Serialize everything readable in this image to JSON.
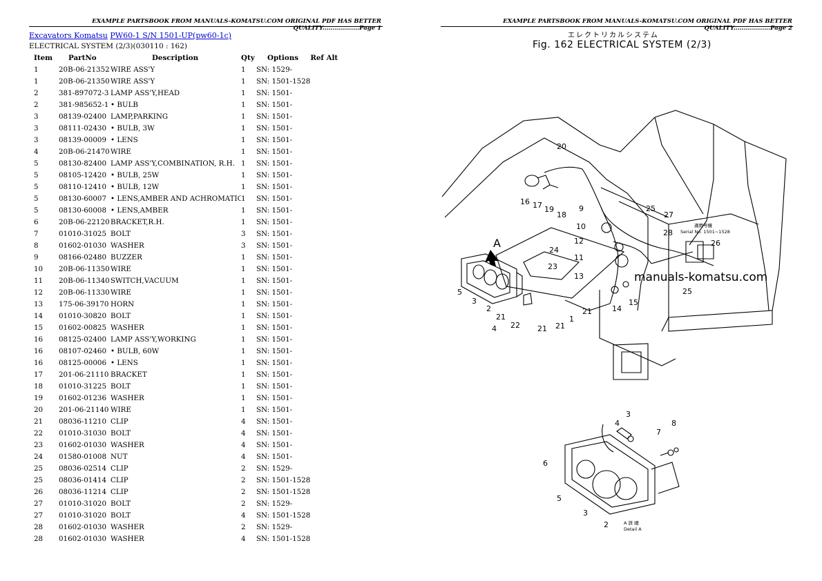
{
  "header": {
    "left": "EXAMPLE PARTSBOOK FROM MANUALS-KOMATSU.COM ORIGINAL PDF HAS BETTER QUALITY..................Page 1",
    "right": "EXAMPLE PARTSBOOK FROM MANUALS-KOMATSU.COM ORIGINAL PDF HAS BETTER QUALITY..................Page 2"
  },
  "breadcrumb": {
    "link1": "Excavators Komatsu",
    "link2": "PW60-1 S/N 1501-UP(pw60-1c)"
  },
  "subtitle": "ELECTRICAL SYSTEM (2/3)(030110 : 162)",
  "columns": [
    "Item",
    "PartNo",
    "Description",
    "Qty",
    "Options",
    "Ref Alt"
  ],
  "rows": [
    [
      "1",
      "20B-06-21352",
      "WIRE ASS'Y",
      "1",
      "SN: 1529-"
    ],
    [
      "1",
      "20B-06-21350",
      "WIRE ASS'Y",
      "1",
      "SN: 1501-1528"
    ],
    [
      "2",
      "381-897072-3",
      "LAMP ASS'Y,HEAD",
      "1",
      "SN: 1501-"
    ],
    [
      "2",
      "381-985652-1",
      "• BULB",
      "1",
      "SN: 1501-"
    ],
    [
      "3",
      "08139-02400",
      "LAMP,PARKING",
      "1",
      "SN: 1501-"
    ],
    [
      "3",
      "08111-02430",
      "• BULB, 3W",
      "1",
      "SN: 1501-"
    ],
    [
      "3",
      "08139-00009",
      "• LENS",
      "1",
      "SN: 1501-"
    ],
    [
      "4",
      "20B-06-21470",
      "WIRE",
      "1",
      "SN: 1501-"
    ],
    [
      "5",
      "08130-82400",
      "LAMP ASS'Y,COMBINATION, R.H.",
      "1",
      "SN: 1501-"
    ],
    [
      "5",
      "08105-12420",
      "• BULB, 25W",
      "1",
      "SN: 1501-"
    ],
    [
      "5",
      "08110-12410",
      "• BULB, 12W",
      "1",
      "SN: 1501-"
    ],
    [
      "5",
      "08130-60007",
      "• LENS,AMBER AND ACHROMATIC",
      "1",
      "SN: 1501-"
    ],
    [
      "5",
      "08130-60008",
      "• LENS,AMBER",
      "1",
      "SN: 1501-"
    ],
    [
      "6",
      "20B-06-22120",
      "BRACKET,R.H.",
      "1",
      "SN: 1501-"
    ],
    [
      "7",
      "01010-31025",
      "BOLT",
      "3",
      "SN: 1501-"
    ],
    [
      "8",
      "01602-01030",
      "WASHER",
      "3",
      "SN: 1501-"
    ],
    [
      "9",
      "08166-02480",
      "BUZZER",
      "1",
      "SN: 1501-"
    ],
    [
      "10",
      "20B-06-11350",
      "WIRE",
      "1",
      "SN: 1501-"
    ],
    [
      "11",
      "20B-06-11340",
      "SWITCH,VACUUM",
      "1",
      "SN: 1501-"
    ],
    [
      "12",
      "20B-06-11330",
      "WIRE",
      "1",
      "SN: 1501-"
    ],
    [
      "13",
      "175-06-39170",
      "HORN",
      "1",
      "SN: 1501-"
    ],
    [
      "14",
      "01010-30820",
      "BOLT",
      "1",
      "SN: 1501-"
    ],
    [
      "15",
      "01602-00825",
      "WASHER",
      "1",
      "SN: 1501-"
    ],
    [
      "16",
      "08125-02400",
      "LAMP ASS'Y,WORKING",
      "1",
      "SN: 1501-"
    ],
    [
      "16",
      "08107-02460",
      "• BULB, 60W",
      "1",
      "SN: 1501-"
    ],
    [
      "16",
      "08125-00006",
      "• LENS",
      "1",
      "SN: 1501-"
    ],
    [
      "17",
      "201-06-21110",
      "BRACKET",
      "1",
      "SN: 1501-"
    ],
    [
      "18",
      "01010-31225",
      "BOLT",
      "1",
      "SN: 1501-"
    ],
    [
      "19",
      "01602-01236",
      "WASHER",
      "1",
      "SN: 1501-"
    ],
    [
      "20",
      "201-06-21140",
      "WIRE",
      "1",
      "SN: 1501-"
    ],
    [
      "21",
      "08036-11210",
      "CLIP",
      "4",
      "SN: 1501-"
    ],
    [
      "22",
      "01010-31030",
      "BOLT",
      "4",
      "SN: 1501-"
    ],
    [
      "23",
      "01602-01030",
      "WASHER",
      "4",
      "SN: 1501-"
    ],
    [
      "24",
      "01580-01008",
      "NUT",
      "4",
      "SN: 1501-"
    ],
    [
      "25",
      "08036-02514",
      "CLIP",
      "2",
      "SN: 1529-"
    ],
    [
      "25",
      "08036-01414",
      "CLIP",
      "2",
      "SN: 1501-1528"
    ],
    [
      "26",
      "08036-11214",
      "CLIP",
      "2",
      "SN: 1501-1528"
    ],
    [
      "27",
      "01010-31020",
      "BOLT",
      "2",
      "SN: 1529-"
    ],
    [
      "27",
      "01010-31020",
      "BOLT",
      "4",
      "SN: 1501-1528"
    ],
    [
      "28",
      "01602-01030",
      "WASHER",
      "2",
      "SN: 1529-"
    ],
    [
      "28",
      "01602-01030",
      "WASHER",
      "4",
      "SN: 1501-1528"
    ]
  ],
  "figure": {
    "title_ja": "エレクトリカルシステム",
    "title_en": "Fig. 162 ELECTRICAL SYSTEM (2/3)",
    "watermark": "manuals-komatsu.com",
    "serial_ja": "適用号機",
    "serial_note": "Serial No. 1501~1528",
    "detail_ja": "A 詳 細",
    "detail_en": "Detail A",
    "view_label": "A",
    "callouts": [
      "20",
      "16",
      "17",
      "19",
      "18",
      "9",
      "10",
      "12",
      "11",
      "13",
      "2",
      "3",
      "5",
      "4",
      "21",
      "21",
      "22",
      "21",
      "21",
      "1",
      "24",
      "23",
      "25",
      "27",
      "28",
      "26",
      "25",
      "14",
      "15",
      "3",
      "4",
      "8",
      "7",
      "6",
      "5",
      "3",
      "2"
    ]
  }
}
